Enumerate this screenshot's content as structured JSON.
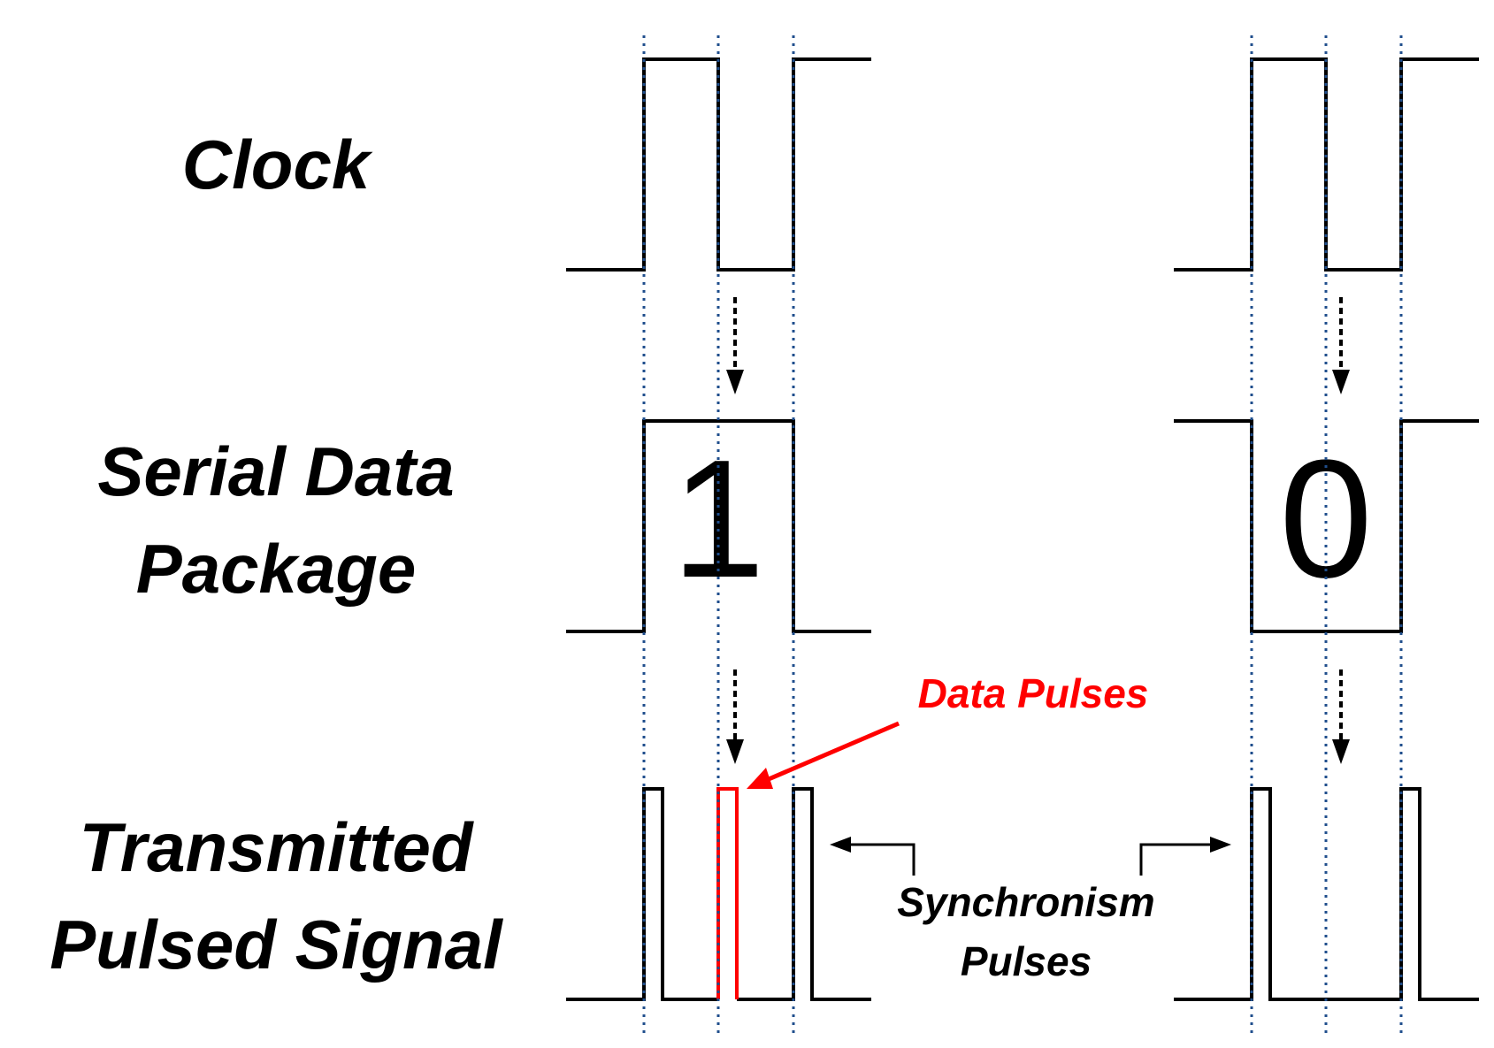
{
  "labels": {
    "clock": "Clock",
    "serial_line1": "Serial Data",
    "serial_line2": "Package",
    "transmitted_line1": "Transmitted",
    "transmitted_line2": "Pulsed Signal"
  },
  "bits": {
    "left": "1",
    "right": "0"
  },
  "annotations": {
    "data_pulses": "Data Pulses",
    "sync_line1": "Synchronism",
    "sync_line2": "Pulses"
  },
  "colors": {
    "waveform": "#000000",
    "data_pulse": "#ff0000",
    "guide_lines": "#1f4e8c"
  }
}
